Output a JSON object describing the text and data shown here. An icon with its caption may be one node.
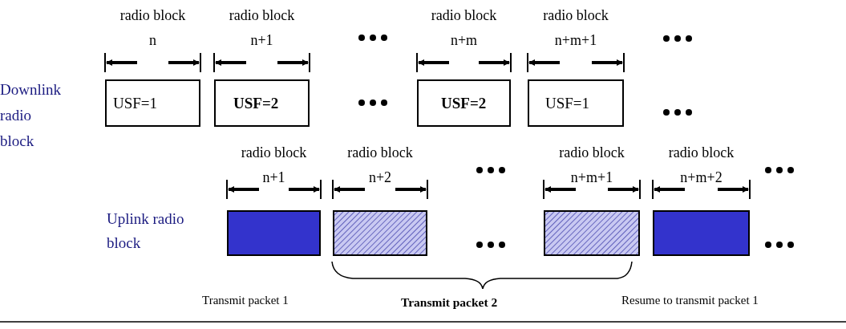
{
  "diagram": {
    "nodes": [
      {
        "text": [
          "USF=1"
        ],
        "beside": [
          "radio block n"
        ]
      },
      {
        "text": [
          "USF=2"
        ],
        "beside": [
          "radio block n+1"
        ]
      },
      {
        "text": [
          "USF=2"
        ],
        "beside": [
          "radio block n+m"
        ]
      },
      {
        "text": [
          "USF=1"
        ],
        "beside": [
          "radio block n+m+1"
        ]
      },
      {
        "text": [],
        "shape": "box",
        "beside": [
          "radio block n+1"
        ]
      },
      {
        "text": [],
        "shape": "box",
        "beside": [
          "radio block n+2"
        ]
      },
      {
        "text": [],
        "shape": "box",
        "beside": [
          "radio block n+m+1"
        ]
      },
      {
        "text": [],
        "shape": "box",
        "beside": [
          "radio block n+m+2"
        ]
      }
    ],
    "edges": [],
    "labels": [
      "Downlink radio block",
      "Uplink radio block",
      "Transmit packet 1",
      "Transmit packet 2",
      "Resume to transmit packet 1"
    ]
  }
}
